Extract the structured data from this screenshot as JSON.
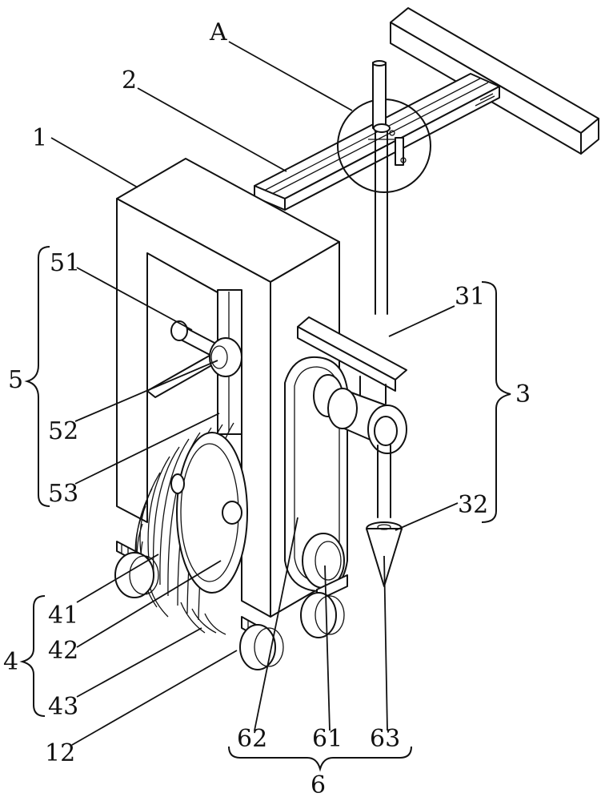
{
  "labels": {
    "A": "A",
    "n1": "1",
    "n2": "2",
    "n51": "51",
    "n5": "5",
    "n52": "52",
    "n53": "53",
    "n31": "31",
    "n3": "3",
    "n32": "32",
    "n41": "41",
    "n4": "4",
    "n42": "42",
    "n43": "43",
    "n12": "12",
    "n62": "62",
    "n61": "61",
    "n63": "63",
    "n6": "6"
  }
}
